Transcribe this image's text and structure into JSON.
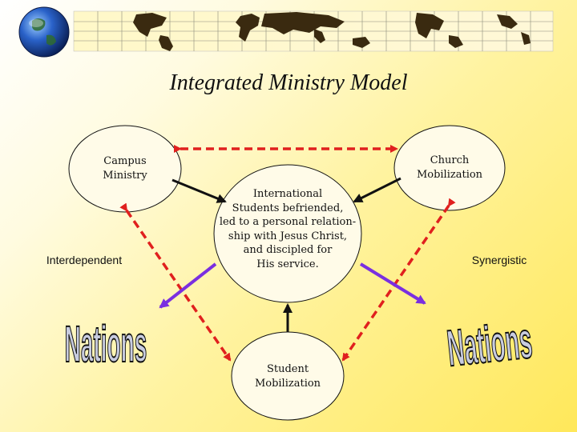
{
  "title": "Integrated Ministry Model",
  "nodes": {
    "campus": "Campus\nMinistry",
    "church": "Church\nMobilization",
    "center": "International\nStudents befriended,\nled to a personal relation-\nship with Jesus Christ,\nand discipled for\nHis service.",
    "student": "Student\nMobilization"
  },
  "side_labels": {
    "left": "Interdependent",
    "right": "Synergistic"
  },
  "nations_word": "Nations",
  "colors": {
    "dashed_arrows": "#e0201e",
    "purple_arrows": "#7a2fe0",
    "solid_arrows": "#111111",
    "nations_fill": "#c8cce0",
    "globe": "#1b3e8a"
  },
  "icons": [
    "globe-icon",
    "world-map-banner"
  ]
}
